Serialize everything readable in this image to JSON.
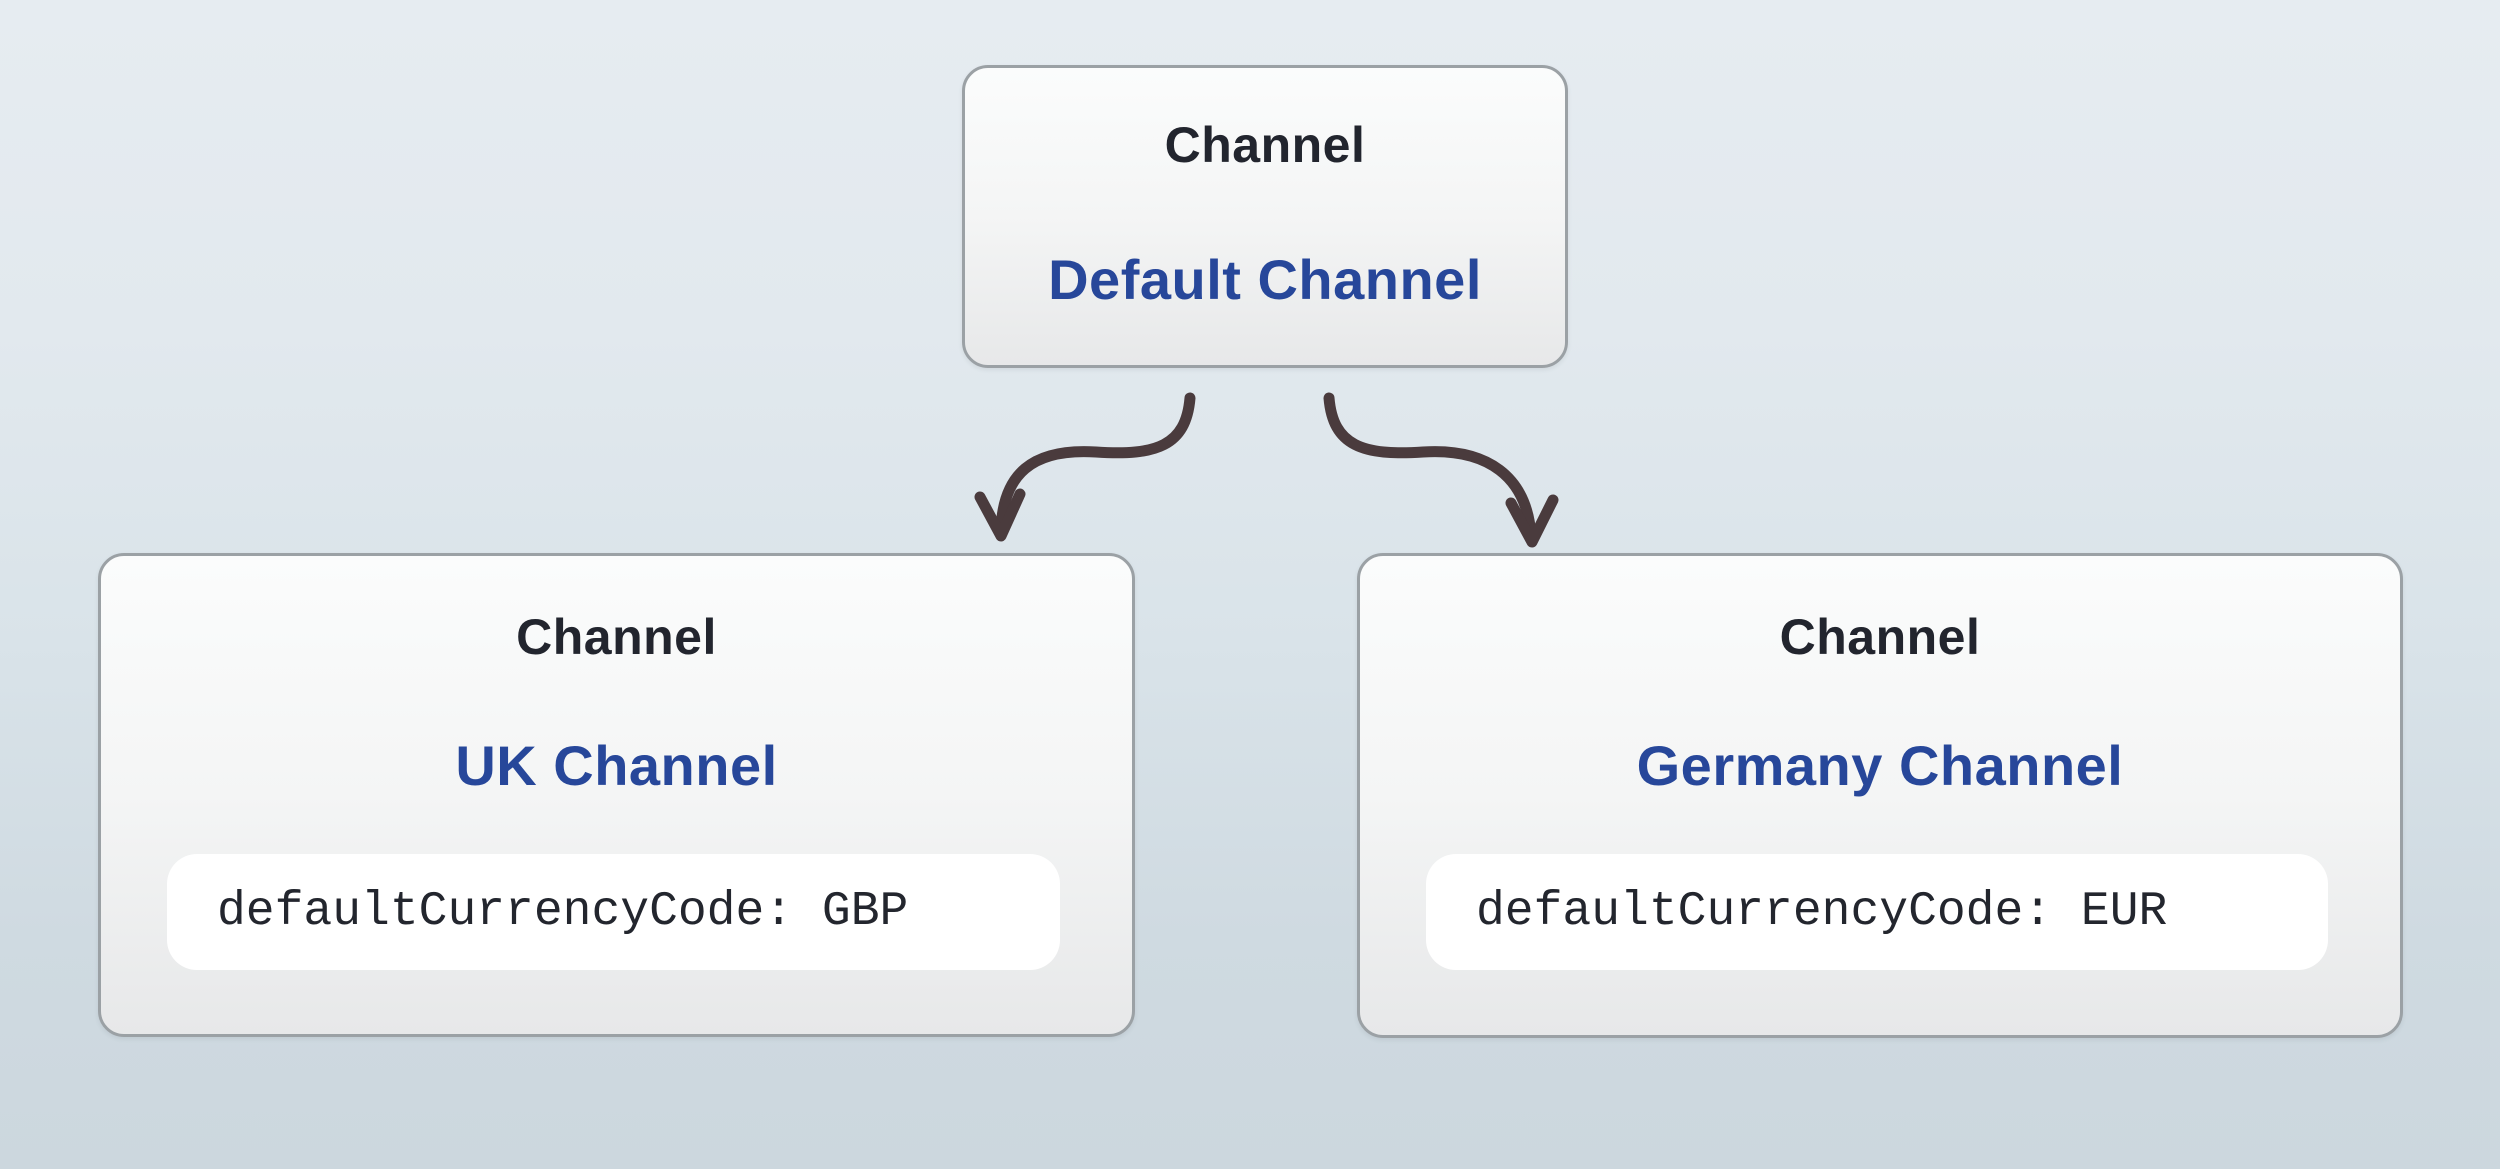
{
  "diagram": {
    "nodes": [
      {
        "id": "root",
        "type_label": "Channel",
        "name": "Default Channel"
      },
      {
        "id": "uk",
        "type_label": "Channel",
        "name": "UK Channel",
        "code": "defaultCurrencyCode: GBP"
      },
      {
        "id": "de",
        "type_label": "Channel",
        "name": "Germany Channel",
        "code": "defaultCurrencyCode: EUR"
      }
    ],
    "edges": [
      {
        "from": "Default Channel",
        "to": "UK Channel"
      },
      {
        "from": "Default Channel",
        "to": "Germany Channel"
      }
    ],
    "colors": {
      "accent_blue": "#27479a",
      "title_text": "#22252e",
      "code_text": "#23262e",
      "arrow": "#4a3b3d",
      "box_border": "#9ba1a5",
      "box_fill_top": "#fbfcfc",
      "box_fill_bottom": "#e7e8e9",
      "chip_background": "#ffffff",
      "background_top": "#e6ecf1",
      "background_bottom": "#ccd7de"
    }
  }
}
